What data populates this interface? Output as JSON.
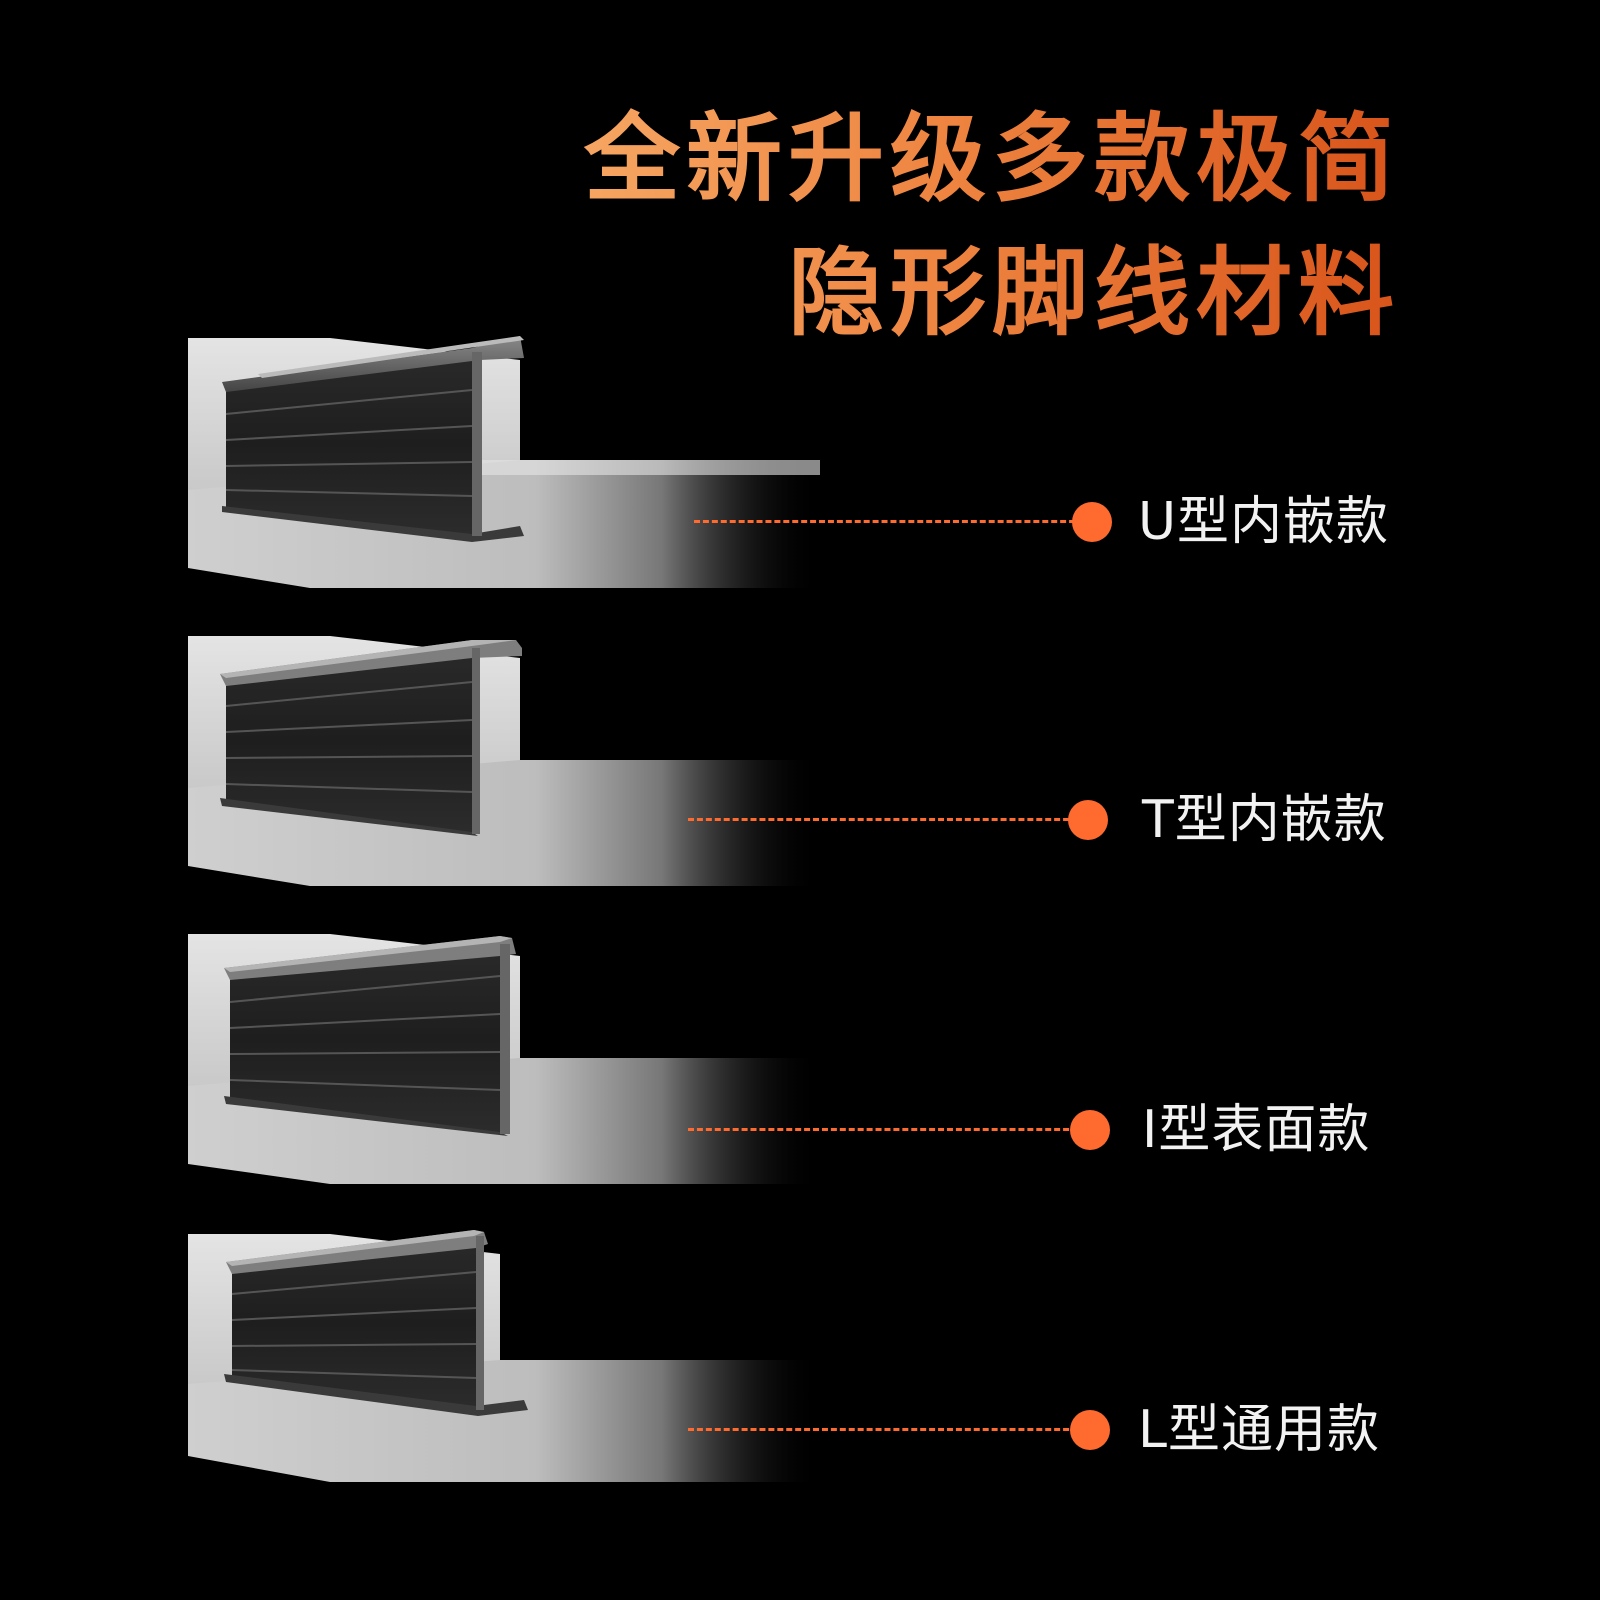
{
  "headline": {
    "line1": "全新升级多款极简",
    "line2": "隐形脚线材料"
  },
  "products": [
    {
      "label": "U型内嵌款",
      "profile": "u-channel"
    },
    {
      "label": "T型内嵌款",
      "profile": "t-flange"
    },
    {
      "label": "I型表面款",
      "profile": "i-surface"
    },
    {
      "label": "L型通用款",
      "profile": "l-universal"
    }
  ],
  "colors": {
    "accent": "#ff6a2e",
    "title_start": "#f6a562",
    "title_end": "#d8541a",
    "label": "#f2f2f2",
    "background": "#000000"
  }
}
